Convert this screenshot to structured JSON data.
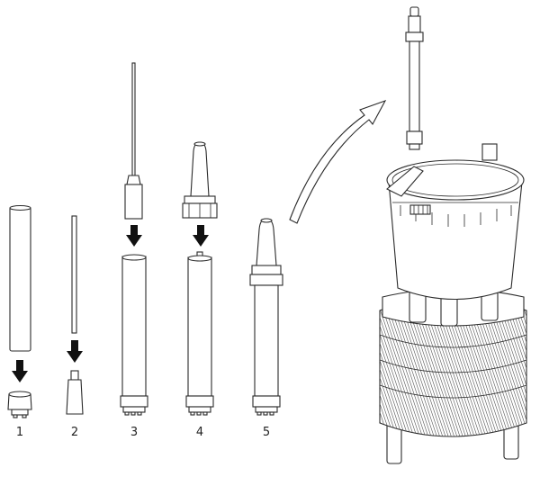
{
  "steps": [
    {
      "number": "1"
    },
    {
      "number": "2"
    },
    {
      "number": "3"
    },
    {
      "number": "4"
    },
    {
      "number": "5"
    }
  ],
  "colors": {
    "line": "#2a2a2a",
    "arrow": "#111111",
    "background": "#ffffff"
  }
}
